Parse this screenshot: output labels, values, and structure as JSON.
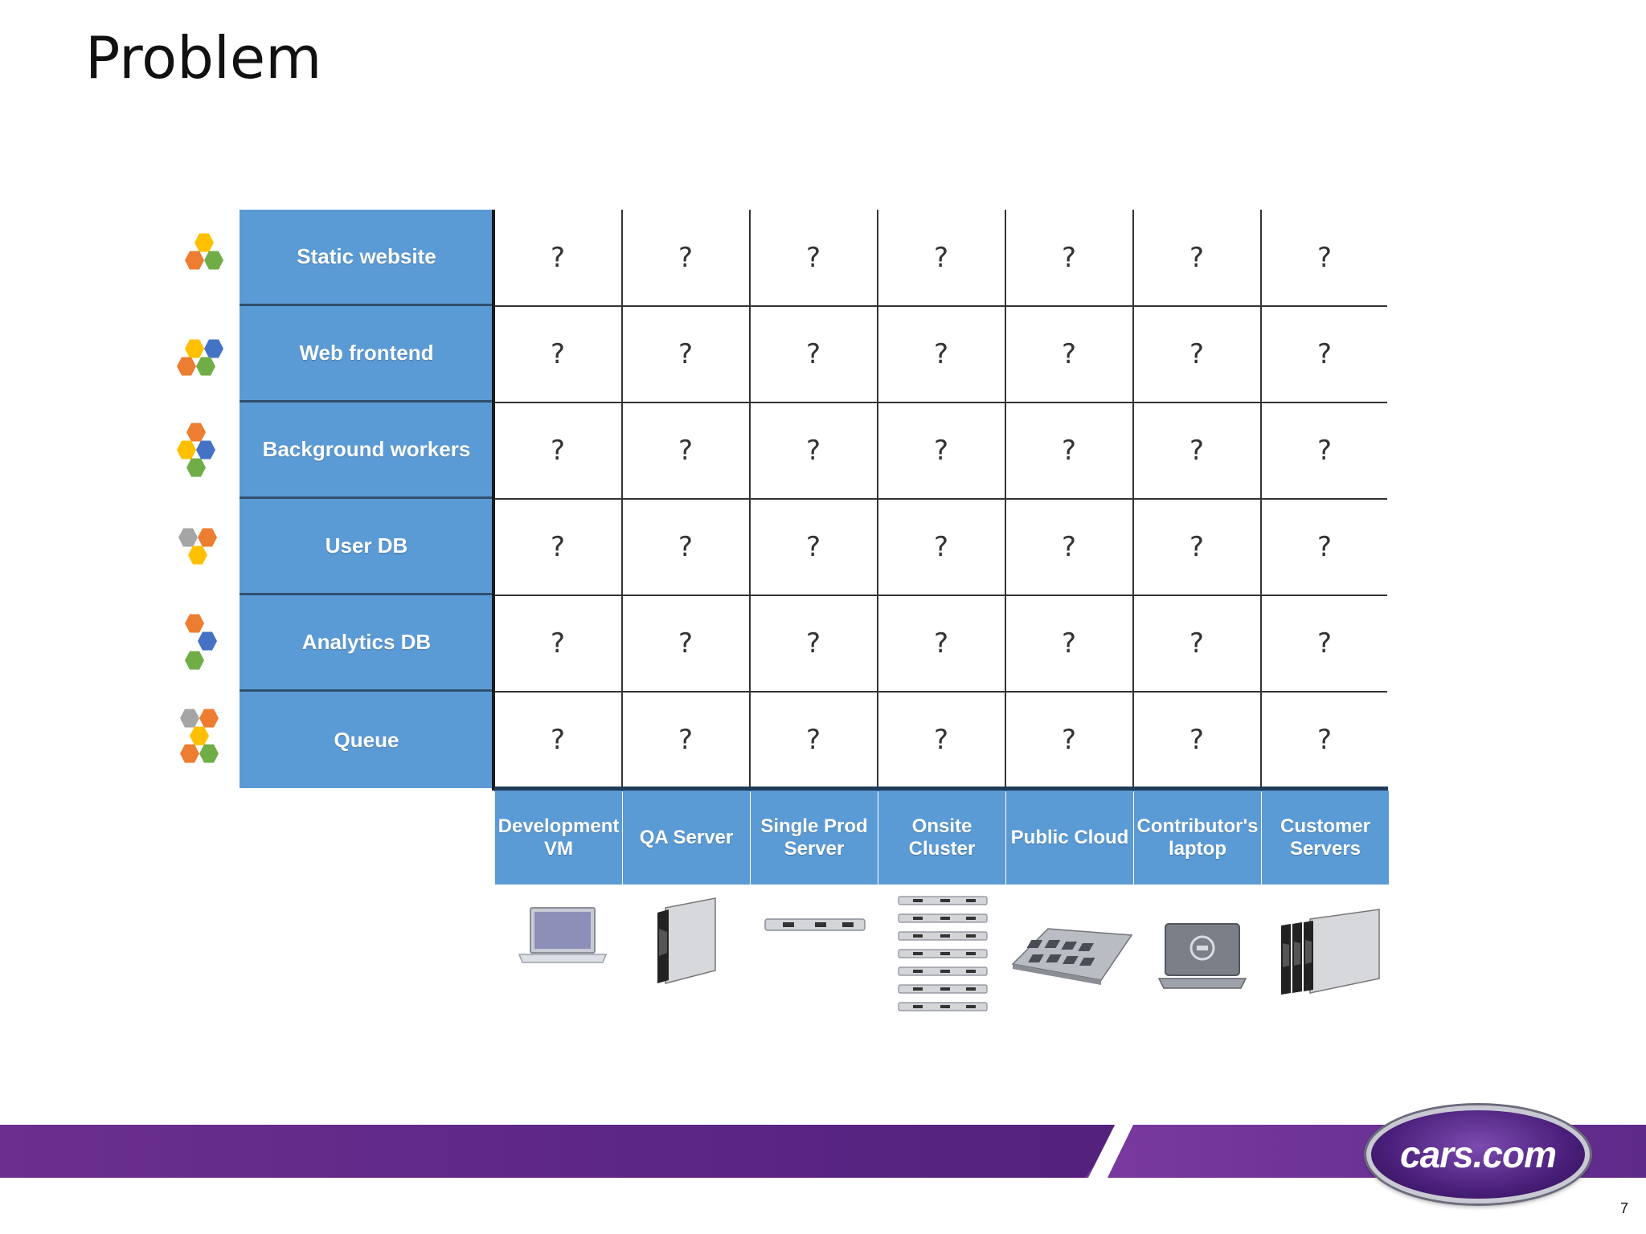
{
  "title": "Problem",
  "rows": [
    {
      "label": "Static website"
    },
    {
      "label": "Web frontend"
    },
    {
      "label": "Background workers"
    },
    {
      "label": "User DB"
    },
    {
      "label": "Analytics  DB"
    },
    {
      "label": "Queue"
    }
  ],
  "columns": [
    {
      "label": "Development\nVM"
    },
    {
      "label": "QA  Server"
    },
    {
      "label": "Single Prod\nServer"
    },
    {
      "label": "Onsite\nCluster"
    },
    {
      "label": "Public Cloud"
    },
    {
      "label": "Contributor's\nlaptop"
    },
    {
      "label": "Customer\nServers"
    }
  ],
  "cell_value": "?",
  "colors": {
    "header_blue": "#5b9bd5",
    "hex_orange": "#ed7d31",
    "hex_yellow": "#ffc000",
    "hex_green": "#70ad47",
    "hex_blue": "#4472c4",
    "hex_gray": "#a5a5a5",
    "footer_purple": "#5a2585"
  },
  "devices": [
    "laptop-icon",
    "blade-server-icon",
    "rack-server-icon",
    "server-cluster-icon",
    "cloud-board-icon",
    "dell-laptop-icon",
    "blade-chassis-icon"
  ],
  "footer": {
    "logo_text": "cars.com",
    "page_number": "7"
  }
}
